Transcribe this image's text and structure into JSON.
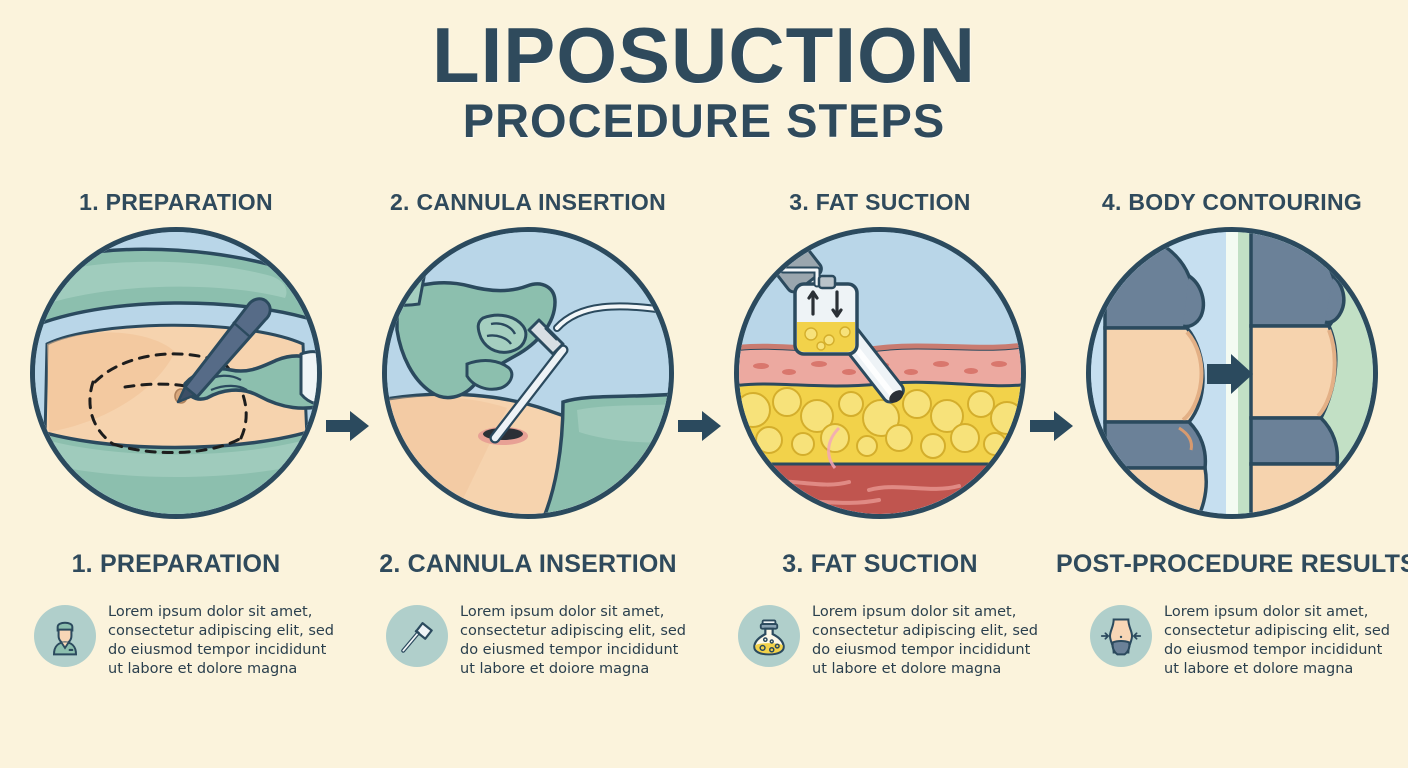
{
  "title": {
    "main": "LIPOSUCTION",
    "sub": "PROCEDURE STEPS"
  },
  "colors": {
    "background": "#fbf3dc",
    "ink": "#2f4a5c",
    "circle_border": "#2b4a5e",
    "circle_sky": "#b9d6e8",
    "scrub_green": "#8cbfae",
    "skin": "#f2c9a4",
    "skin_light": "#fbdcc0",
    "fat_yellow": "#f2d24a",
    "dermis_pink": "#eca9a0",
    "muscle_red": "#c0554f",
    "icon_circle": "#b0cfcb",
    "after_green": "#c2e0c5",
    "before_blue": "#c6dff0",
    "garment_slate": "#6b8198"
  },
  "steps": [
    {
      "id": "preparation",
      "top_heading": "1. PREPARATION",
      "bottom_heading": "1. PREPARATION",
      "icon": "surgeon-icon",
      "body": "Lorem ipsum dolor sit amet, consectetur adipiscing elit, sed do eiusmod tempor incididunt ut labore et dolore magna",
      "illustration": "abdomen-marking-with-pen"
    },
    {
      "id": "cannula-insertion",
      "top_heading": "2. CANNULA INSERTION",
      "bottom_heading": "2. CANNULA INSERTION",
      "icon": "cannula-icon",
      "body": "Lorem ipsum dolor sit amet, consectetur adipiscing elit, sed do eiusmed tempor incididunt ut labore et doiore magna",
      "illustration": "gloved-hand-inserting-cannula"
    },
    {
      "id": "fat-suction",
      "top_heading": "3. FAT SUCTION",
      "bottom_heading": "3. FAT SUCTION",
      "icon": "fat-canister-icon",
      "body": "Lorem ipsum dolor sit amet, consectetur adipiscing elit, sed do eiusmod tempor incididunt ut labore et dolore magna",
      "illustration": "skin-cross-section-with-cannula"
    },
    {
      "id": "body-contouring",
      "top_heading": "4. BODY CONTOURING",
      "bottom_heading": "POST-PROCEDURE RESULTS",
      "icon": "slim-waist-icon",
      "body": "Lorem ipsum dolor sit amet, consectetur adipiscing elit, sed do eiusmod tempor incididunt ut labore et dolore magna",
      "illustration": "before-after-body-comparison"
    }
  ]
}
